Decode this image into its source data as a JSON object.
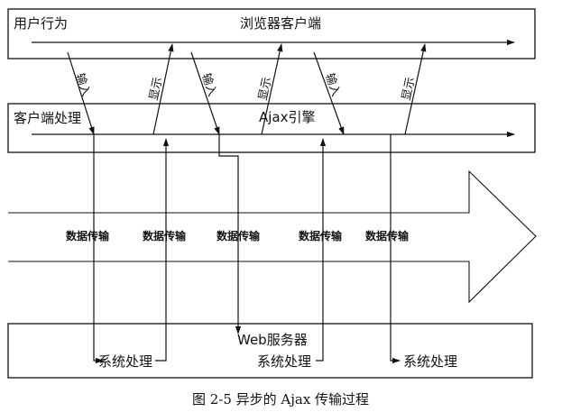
{
  "lanes": {
    "user_action": "用户行为",
    "browser_client": "浏览器客户端",
    "client_processing": "客户端处理",
    "ajax_engine": "Ajax引擎",
    "web_server": "Web服务器"
  },
  "labels": {
    "input": "输入",
    "display": "显示",
    "data_transfer": "数据传输",
    "system_processing": "系统处理"
  },
  "caption": "图 2-5    异步的 Ajax 传输过程"
}
